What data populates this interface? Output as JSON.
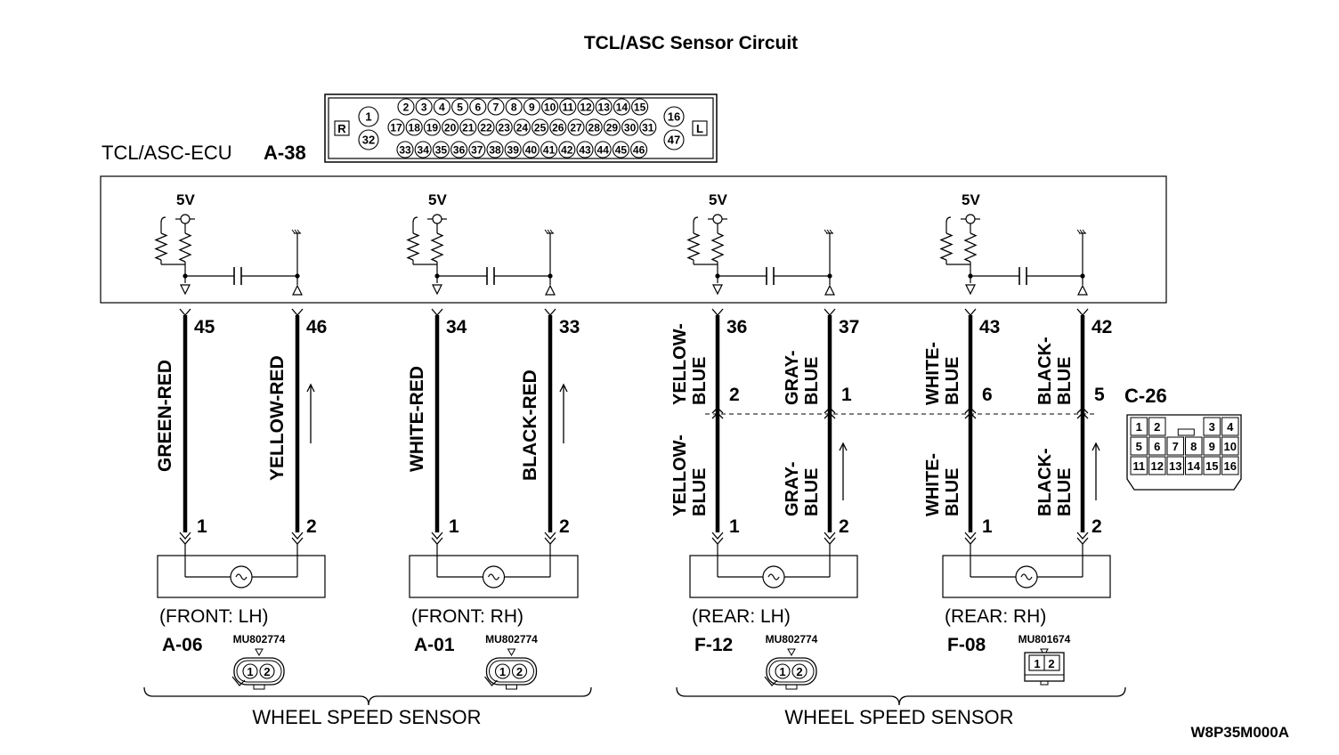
{
  "title": "TCL/ASC Sensor Circuit",
  "ecu": {
    "label": "TCL/ASC-ECU",
    "connector": "A-38"
  },
  "supply_label": "5V",
  "ecu_pinout": {
    "left_tag": "R",
    "right_tag": "L",
    "left_col": [
      "1",
      "32"
    ],
    "right_col": [
      "16",
      "47"
    ],
    "row1": [
      "2",
      "3",
      "4",
      "5",
      "6",
      "7",
      "8",
      "9",
      "10",
      "11",
      "12",
      "13",
      "14",
      "15"
    ],
    "row2": [
      "17",
      "18",
      "19",
      "20",
      "21",
      "22",
      "23",
      "24",
      "25",
      "26",
      "27",
      "28",
      "29",
      "30",
      "31"
    ],
    "row3": [
      "33",
      "34",
      "35",
      "36",
      "37",
      "38",
      "39",
      "40",
      "41",
      "42",
      "43",
      "44",
      "45",
      "46"
    ]
  },
  "circuits": [
    {
      "pin_a": "45",
      "pin_b": "46",
      "wire_a": "GREEN-RED",
      "wire_b": "YELLOW-RED",
      "sensor_pin_a": "1",
      "sensor_pin_b": "2",
      "position": "(FRONT: LH)",
      "connector": "A-06",
      "part": "MU802774"
    },
    {
      "pin_a": "34",
      "pin_b": "33",
      "wire_a": "WHITE-RED",
      "wire_b": "BLACK-RED",
      "sensor_pin_a": "1",
      "sensor_pin_b": "2",
      "position": "(FRONT: RH)",
      "connector": "A-01",
      "part": "MU802774"
    },
    {
      "pin_a": "36",
      "pin_b": "37",
      "wire_a": [
        "YELLOW-",
        "BLUE"
      ],
      "wire_b": [
        "GRAY-",
        "BLUE"
      ],
      "c26_a": "2",
      "c26_b": "1",
      "wire_a_lower": [
        "YELLOW-",
        "BLUE"
      ],
      "wire_b_lower": [
        "GRAY-",
        "BLUE"
      ],
      "sensor_pin_a": "1",
      "sensor_pin_b": "2",
      "position": "(REAR: LH)",
      "connector": "F-12",
      "part": "MU802774"
    },
    {
      "pin_a": "43",
      "pin_b": "42",
      "wire_a": [
        "WHITE-",
        "BLUE"
      ],
      "wire_b": [
        "BLACK-",
        "BLUE"
      ],
      "c26_a": "6",
      "c26_b": "5",
      "wire_a_lower": [
        "WHITE-",
        "BLUE"
      ],
      "wire_b_lower": [
        "BLACK-",
        "BLUE"
      ],
      "sensor_pin_a": "1",
      "sensor_pin_b": "2",
      "position": "(REAR: RH)",
      "connector": "F-08",
      "part": "MU801674"
    }
  ],
  "c26": {
    "label": "C-26",
    "row1": [
      "1",
      "2",
      "3",
      "4"
    ],
    "row2": [
      "5",
      "6",
      "7",
      "8",
      "9",
      "10"
    ],
    "row3": [
      "11",
      "12",
      "13",
      "14",
      "15",
      "16"
    ]
  },
  "group_labels": [
    "WHEEL SPEED SENSOR",
    "WHEEL SPEED SENSOR"
  ],
  "figure_code": "W8P35M000A"
}
